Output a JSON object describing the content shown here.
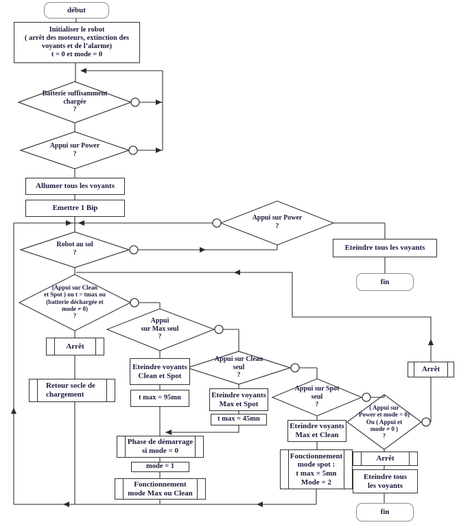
{
  "colors": {
    "text": "#1b1b3c",
    "shape_border": "#2f2f2f",
    "terminator_border": "#8b8b8b",
    "line": "#4f4f4f",
    "arrowhead": "#2b2b2b",
    "circle_fill": "#ffffff",
    "background": "#ffffff"
  },
  "flowchart": {
    "nodes": {
      "debut": "début",
      "init": "Initialiser le robot\n( arrêt des moteurs, extinction des\nvoyants et de l’alarme)\nt = 0 et mode = 0",
      "batterie": "Batterie suffisamment\nchargée\n?",
      "power1": "Appui sur Power\n?",
      "allumer": "Allumer tous les voyants",
      "emettre": "Emettre 1 Bip",
      "robot_au_sol": "Robot au sol\n?",
      "power2": "Appui sur Power\n?",
      "eteindre_tous1": "Eteindre tous les voyants",
      "fin1": "fin",
      "condition_arret": "(Appui  sur Clean\net Spot ) ou t = tmax ou\n(batterie  déchargée et\nmode ≠ 0)\n?",
      "arret1": "Arrêt",
      "retour_socle": "Retour socle de\nchargement",
      "max_seul": "Appui\nsur Max seul\n?",
      "eteindre_clean_spot": "Eteindre voyants\nClean et Spot",
      "tmax95": "t max = 95mn",
      "clean_seul": "Appui sur Clean\nseul\n?",
      "eteindre_max_spot": "Eteindre voyants\nMax et Spot",
      "tmax45": "t max = 45mn",
      "spot_seul": "Appui sur Spot\nseul\n?",
      "eteindre_max_clean": "Eteindre voyants\nMax et Clean",
      "fonct_spot": "Fonctionnement\nmode spot :\nt max = 5mn\nMode = 2",
      "condition_power": "( Appui sur\nPower et mode = 0)\nOu  ( Appui et\nmode ≠ 0 )\n?",
      "arret2": "Arrêt",
      "arret3": "Arrêt",
      "eteindre_tous2": "Eteindre tous\nles voyants",
      "fin2": "fin",
      "phase_demarrage": "Phase de démarrage\nsi mode = 0",
      "mode1": "mode = 1",
      "fonct_max_clean": "Fonctionnement\nmode Max ou Clean"
    }
  }
}
